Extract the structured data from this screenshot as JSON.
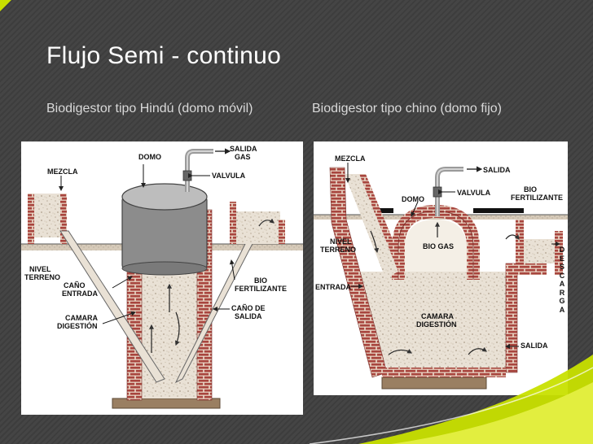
{
  "slide": {
    "title": "Flujo Semi - continuo",
    "left_caption": "Biodigestor tipo Hindú (domo móvil)",
    "right_caption": "Biodigestor tipo chino (domo fijo)"
  },
  "hindu_labels": {
    "domo": "DOMO",
    "salida_gas_1": "SALIDA",
    "salida_gas_2": "GAS",
    "valvula": "VALVULA",
    "mezcla": "MEZCLA",
    "nivel_1": "NIVEL",
    "nivel_2": "TERRENO",
    "cano_entrada_1": "CAÑO",
    "cano_entrada_2": "ENTRADA",
    "bio_1": "BIO",
    "bio_2": "FERTILIZANTE",
    "cano_salida_1": "CAÑO DE",
    "cano_salida_2": "SALIDA",
    "camara_1": "CAMARA",
    "camara_2": "DIGESTIÓN"
  },
  "chino_labels": {
    "mezcla": "MEZCLA",
    "salida": "SALIDA",
    "valvula": "VALVULA",
    "domo": "DOMO",
    "bio_1": "BIO",
    "bio_2": "FERTILIZANTE",
    "nivel_1": "NIVEL",
    "nivel_2": "TERRENO",
    "bio_gas": "BIO GAS",
    "entrada": "ENTRADA",
    "camara_1": "CAMARA",
    "camara_2": "DIGESTIÓN",
    "salida_bottom": "SALIDA",
    "descarga_letters": [
      "D",
      "E",
      "S",
      "C",
      "A",
      "R",
      "G",
      "A"
    ]
  },
  "colors": {
    "brick": "#a8453e",
    "mortar": "#e8d9c8",
    "slurry": "#e6ddd0",
    "dome": "#8c8c8c",
    "accent_green": "#c8e000"
  }
}
